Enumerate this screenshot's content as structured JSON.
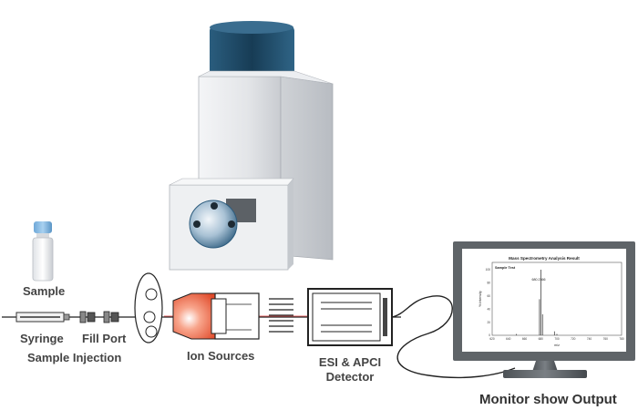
{
  "labels": {
    "sample": "Sample",
    "syringe": "Syringe",
    "fill_port": "Fill Port",
    "sample_injection": "Sample Injection",
    "ion_sources": "Ion Sources",
    "detector_line1": "ESI & APCI",
    "detector_line2": "Detector",
    "monitor_output": "Monitor show Output"
  },
  "screen": {
    "title": "Mass Spectrometry Analysis Result",
    "subtitle": "Sample Test",
    "peak_label": "680.2366",
    "ylabel": "% Intensity",
    "xlabel": "m/z",
    "y_ticks": [
      "100",
      "80",
      "60",
      "40",
      "20",
      "0"
    ],
    "x_ticks": [
      "620",
      "640",
      "660",
      "680",
      "700",
      "720",
      "740",
      "760",
      "780"
    ]
  },
  "chart_data": {
    "type": "bar",
    "title": "Mass Spectrometry Analysis Result",
    "subtitle": "Sample Test",
    "xlabel": "m/z",
    "ylabel": "% Intensity",
    "xlim": [
      620,
      780
    ],
    "ylim": [
      0,
      100
    ],
    "peaks": [
      {
        "x": 680.2,
        "y": 100
      },
      {
        "x": 678.5,
        "y": 55
      },
      {
        "x": 682.3,
        "y": 32
      },
      {
        "x": 697,
        "y": 6
      },
      {
        "x": 650,
        "y": 2
      },
      {
        "x": 700,
        "y": 2
      }
    ]
  },
  "colors": {
    "machine_top": "#1f4a66",
    "machine_body": "#d9dce0",
    "ion_source": "#e85a3a",
    "monitor_frame": "#5f6468"
  }
}
